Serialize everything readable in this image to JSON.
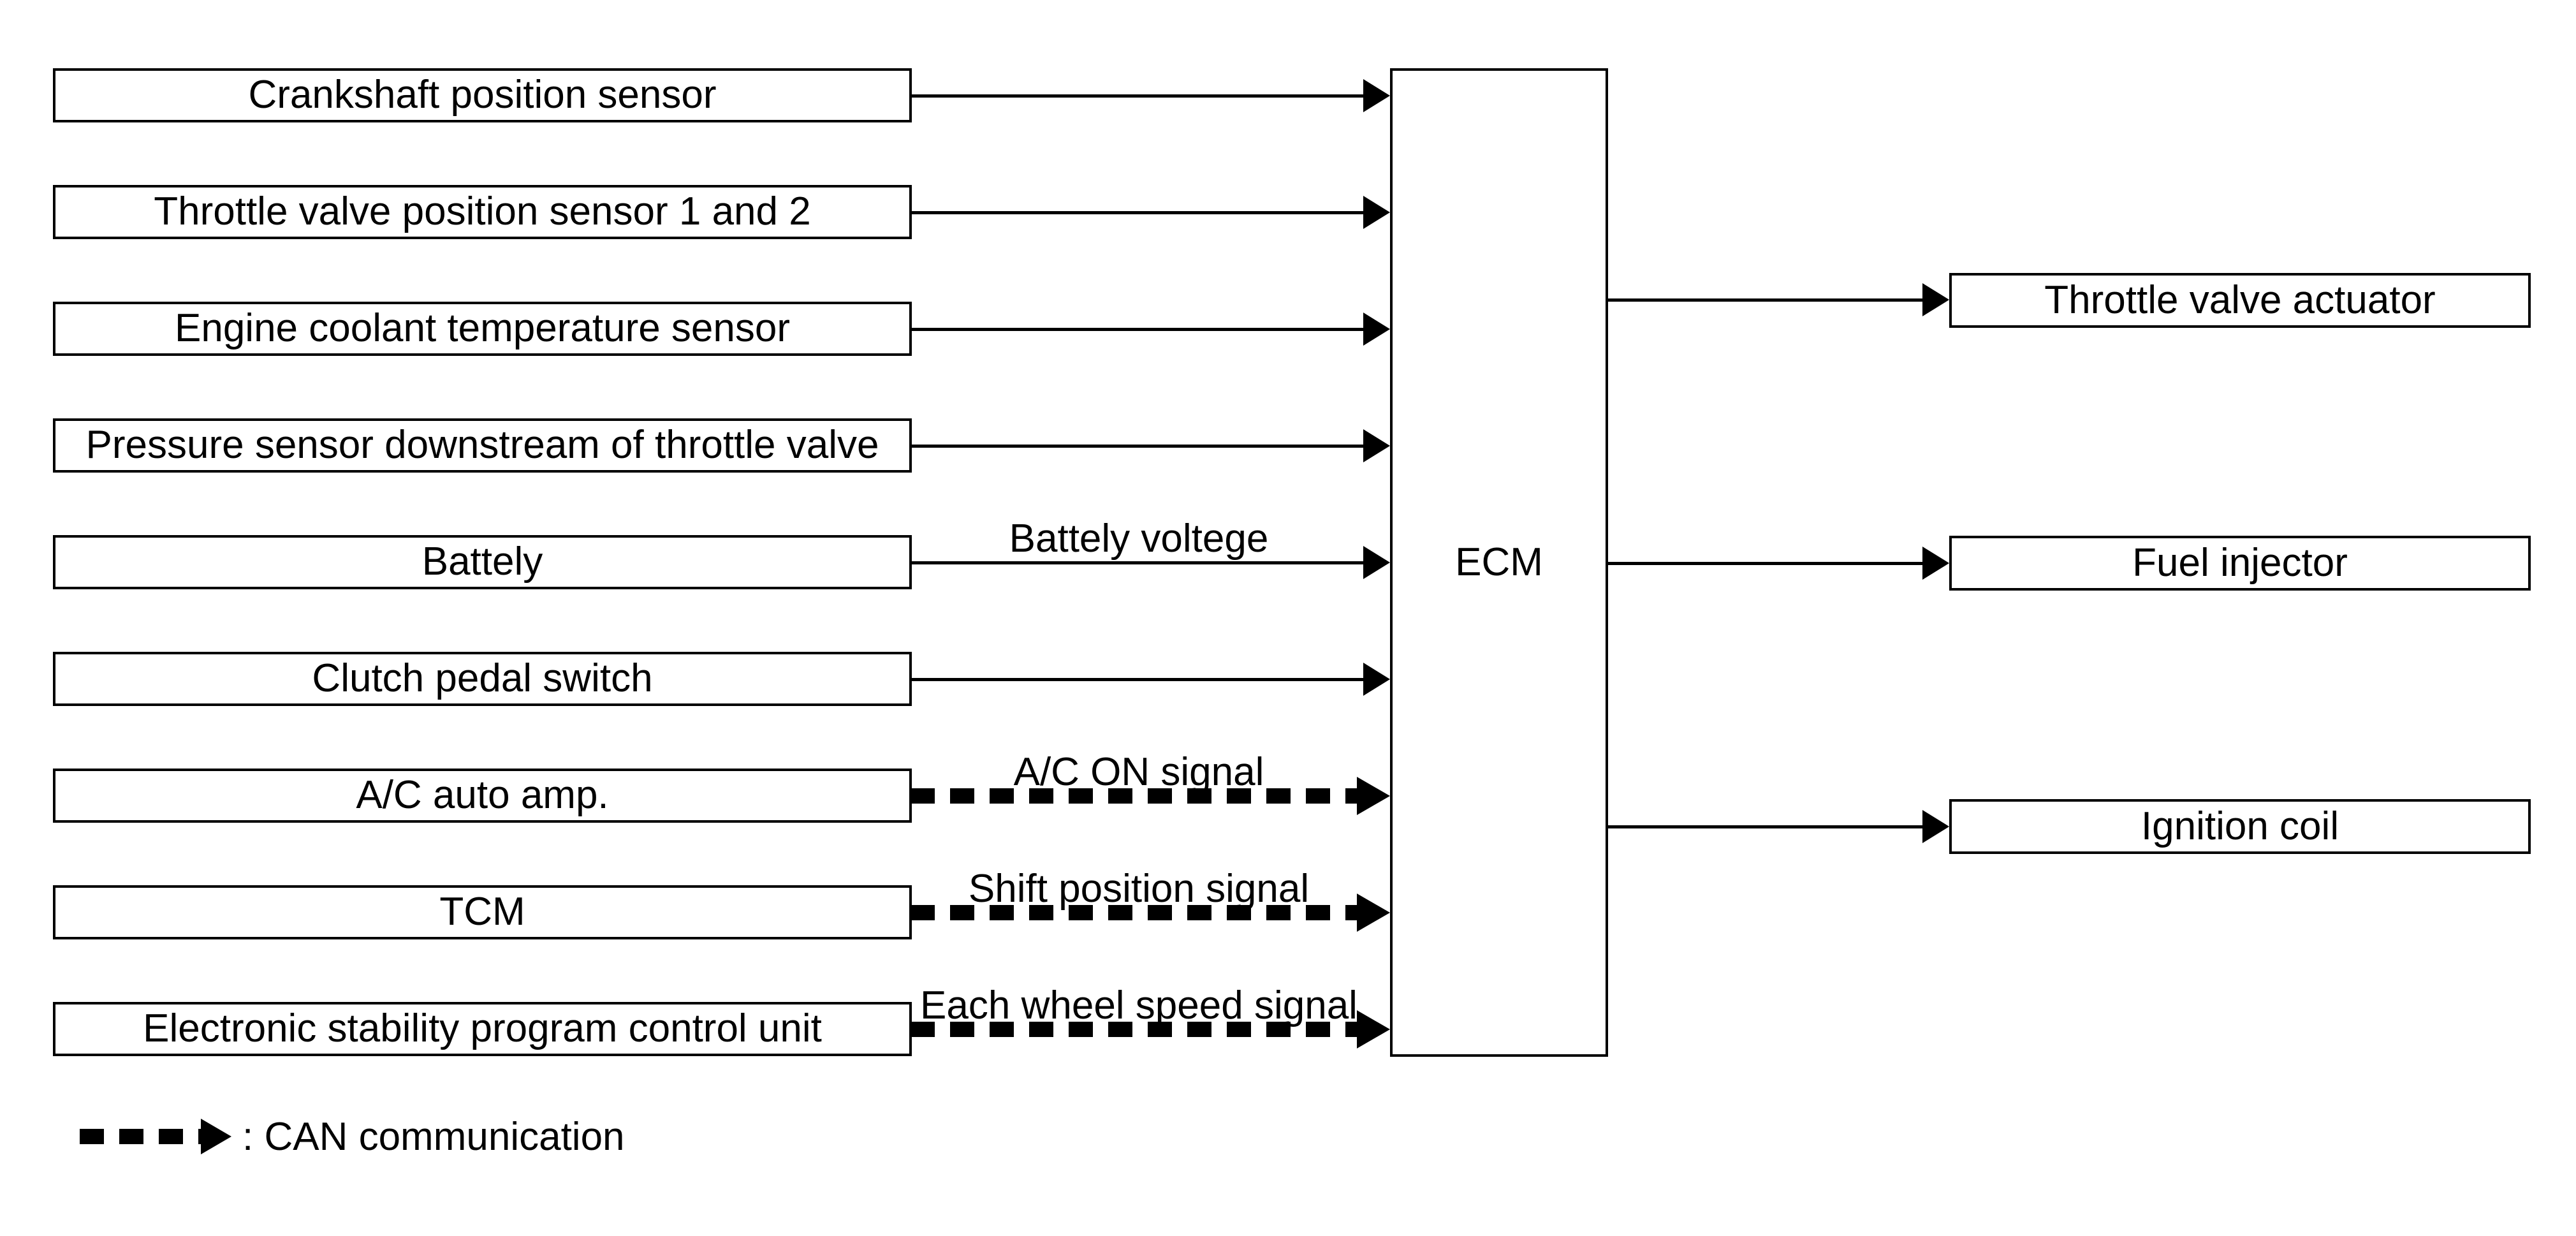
{
  "diagram": {
    "title_hint": "ECM input/output block diagram",
    "colors": {
      "ink": "#000000",
      "background": "#ffffff"
    },
    "ecm": {
      "label": "ECM"
    },
    "inputs": [
      {
        "label": "Crankshaft position sensor",
        "signal": "",
        "can": false
      },
      {
        "label": "Throttle valve position sensor 1 and 2",
        "signal": "",
        "can": false
      },
      {
        "label": "Engine coolant temperature sensor",
        "signal": "",
        "can": false
      },
      {
        "label": "Pressure sensor downstream of throttle valve",
        "signal": "",
        "can": false
      },
      {
        "label": "Battely",
        "signal": "Battely voltege",
        "can": false
      },
      {
        "label": "Clutch pedal switch",
        "signal": "",
        "can": false
      },
      {
        "label": "A/C auto amp.",
        "signal": "A/C ON signal",
        "can": true
      },
      {
        "label": "TCM",
        "signal": "Shift position signal",
        "can": true
      },
      {
        "label": "Electronic stability program control unit",
        "signal": "Each wheel speed signal",
        "can": true
      }
    ],
    "outputs": [
      {
        "label": "Throttle valve actuator"
      },
      {
        "label": "Fuel injector"
      },
      {
        "label": "Ignition coil"
      }
    ],
    "legend": {
      "label": ": CAN communication"
    }
  }
}
